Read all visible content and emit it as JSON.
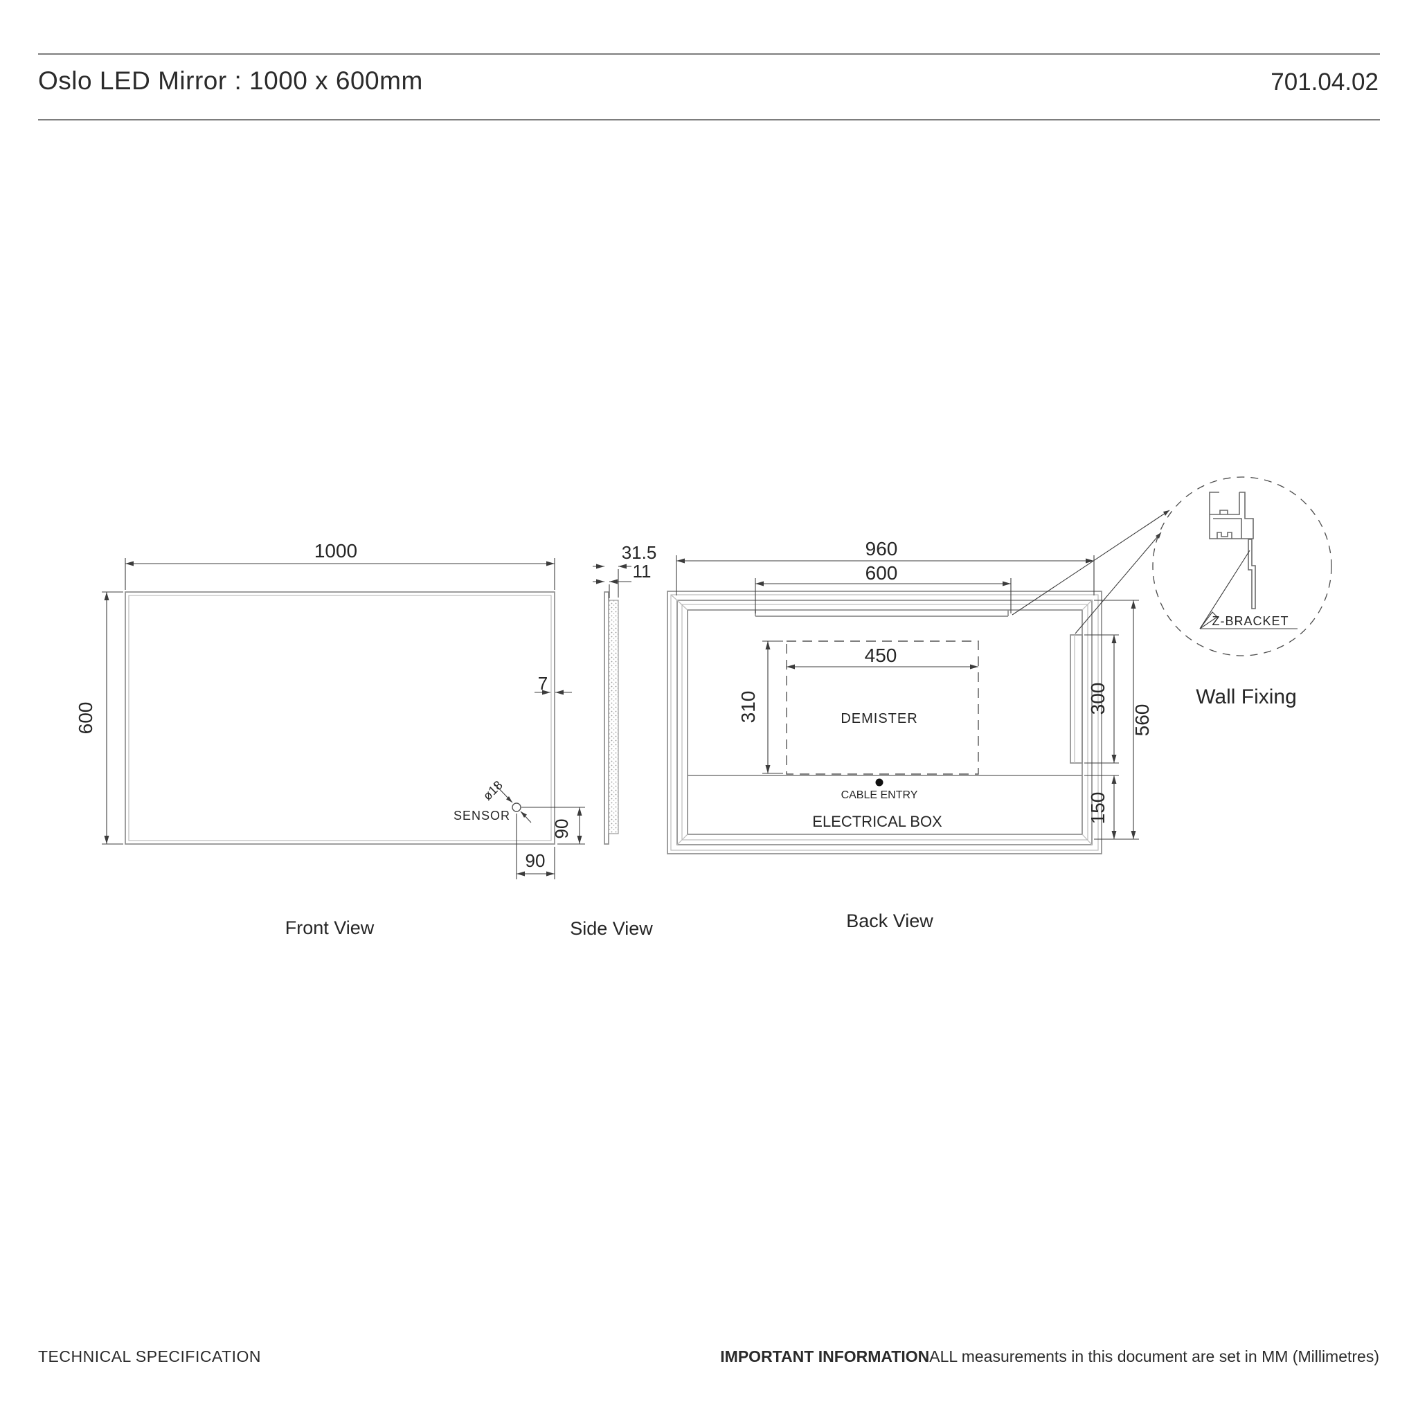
{
  "header": {
    "title": "Oslo LED Mirror : 1000 x 600mm",
    "doc_number": "701.04.02"
  },
  "front_view": {
    "label": "Front View",
    "dim_width": "1000",
    "dim_height": "600",
    "dim_border": "7",
    "sensor_diameter": "ø18",
    "sensor_label": "SENSOR",
    "dim_sensor_from_right": "90",
    "dim_sensor_from_bottom": "90"
  },
  "side_view": {
    "label": "Side View",
    "dim_total_depth": "31.5",
    "dim_glass_depth": "11"
  },
  "back_view": {
    "label": "Back View",
    "dim_frame_width": "960",
    "dim_bracket_zone_width": "600",
    "dim_demister_width": "450",
    "dim_demister_height": "310",
    "dim_rail_height": "300",
    "dim_frame_height": "560",
    "dim_electrical_box_height": "150",
    "demister_label": "DEMISTER",
    "cable_entry_label": "CABLE ENTRY",
    "electrical_box_label": "ELECTRICAL BOX"
  },
  "wall_fixing": {
    "callout": "Z-BRACKET",
    "caption": "Wall Fixing"
  },
  "footer": {
    "left": "TECHNICAL SPECIFICATION",
    "right_bold": "IMPORTANT INFORMATION",
    "right_text": "ALL measurements in this document are set in MM (Millimetres)"
  },
  "colors": {
    "line_edge": "#8d8d8d",
    "line_dim": "#3c3c3c",
    "text": "#262626",
    "background": "#ffffff"
  }
}
